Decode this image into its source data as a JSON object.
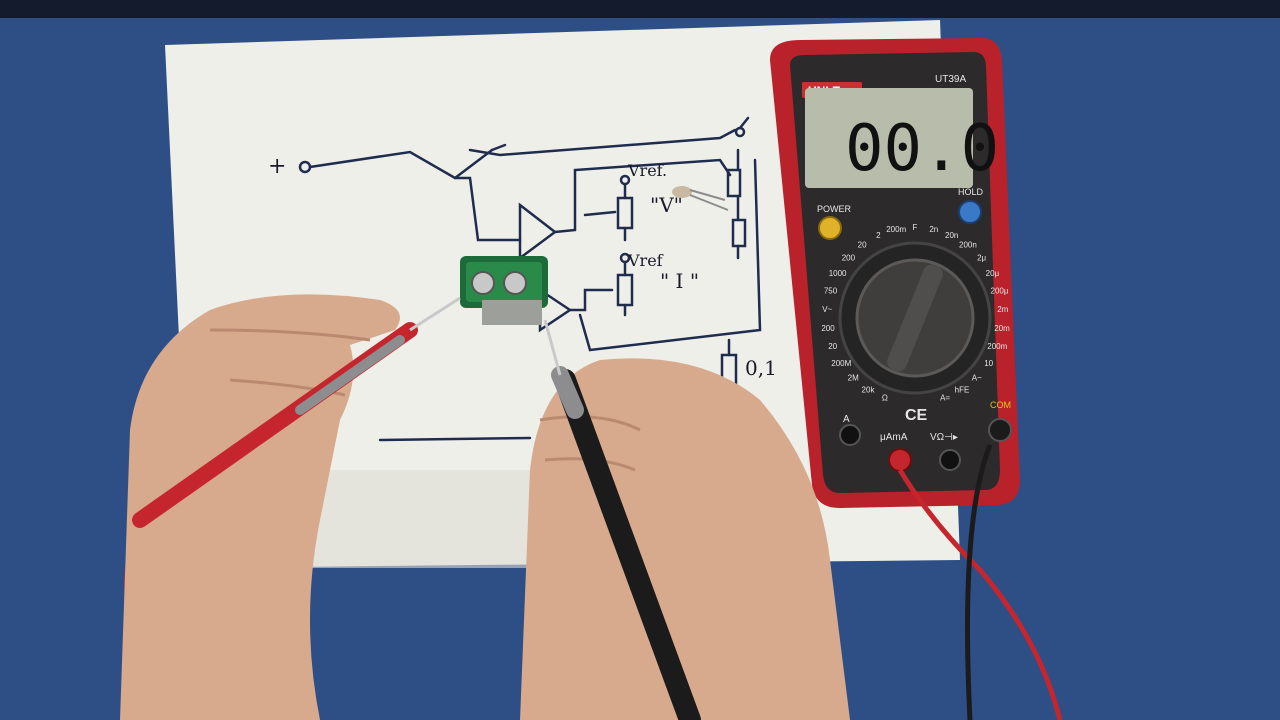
{
  "schematic": {
    "plus_label": "+",
    "vref_top": "Vref.",
    "vref_bottom": "Vref",
    "v_mode": "\"V\"",
    "i_mode": "\" I \"",
    "resistor_value": "0,1"
  },
  "multimeter": {
    "brand": "UNI-T",
    "model": "UT39A",
    "display_reading": "00.0",
    "power_label": "POWER",
    "hold_label": "HOLD",
    "ports": {
      "a": "A",
      "uama": "μAmA",
      "vohm": "VΩ⊣▸",
      "com": "COM"
    },
    "dial_labels": [
      "Ω",
      "20k",
      "2M",
      "200M",
      "20",
      "200",
      "V~",
      "750",
      "1000",
      "200",
      "20",
      "2",
      "200m",
      "F",
      "2n",
      "20n",
      "200n",
      "2μ",
      "20μ",
      "200μ",
      "2m",
      "20m",
      "200m",
      "10",
      "A~",
      "hFE",
      "A="
    ],
    "ce_mark": "CE",
    "colors": {
      "case": "#b9222a",
      "panel": "#2c2a2a",
      "lcd": "#b8bdab",
      "brand_badge": "#c7312f",
      "power_button": "#e0b22a",
      "hold_button": "#3a78c8"
    }
  },
  "scene_colors": {
    "background": "#2d4f86",
    "paper": "#f2f2ee",
    "ink": "#1f2c4e",
    "probe_red": "#c5262e",
    "probe_black": "#1b1b1b",
    "skin": "#d7a98d"
  }
}
